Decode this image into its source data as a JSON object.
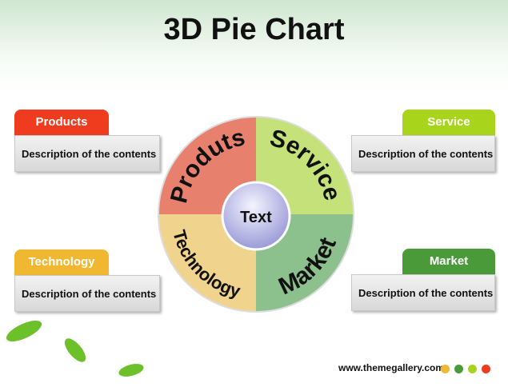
{
  "title": "3D Pie Chart",
  "center_label": "Text",
  "segments": [
    {
      "label": "Produts",
      "color": "#e8806e"
    },
    {
      "label": "Service",
      "color": "#c5e27a"
    },
    {
      "label": "Technology",
      "color": "#f0d48e"
    },
    {
      "label": "Market",
      "color": "#8cc08c"
    }
  ],
  "boxes": {
    "products": {
      "tab": "Products",
      "desc": "Description of the contents",
      "color": "#ef3b1e"
    },
    "service": {
      "tab": "Service",
      "desc": "Description of the contents",
      "color": "#a8d41c"
    },
    "technology": {
      "tab": "Technology",
      "desc": "Description of the contents",
      "color": "#f0b830"
    },
    "market": {
      "tab": "Market",
      "desc": "Description of the contents",
      "color": "#4a9a3a"
    }
  },
  "footer": {
    "url": "www.themegallery.com",
    "dots": [
      "#f0b830",
      "#4a9a3a",
      "#a8d41c",
      "#ef3b1e"
    ]
  }
}
